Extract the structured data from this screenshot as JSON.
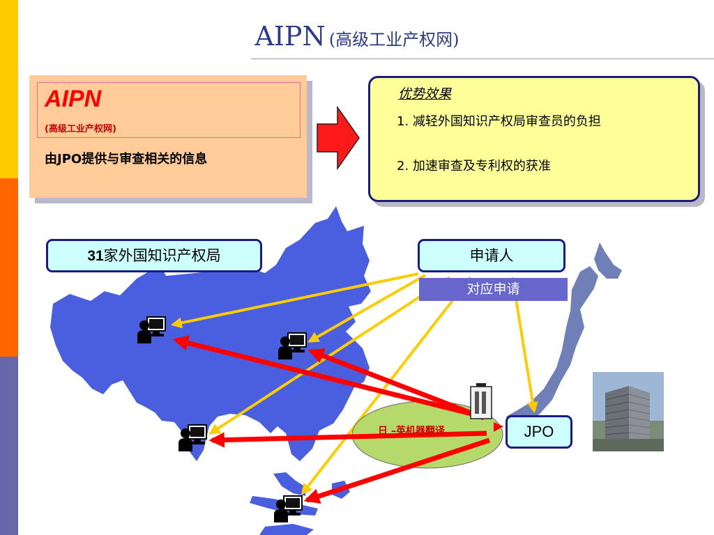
{
  "title": {
    "main": "AIPN",
    "sub": "(高级工业产权网)"
  },
  "aipn_box": {
    "name": "AIPN",
    "full_name": "(高级工业产权网)",
    "description": "由JPO提供与审查相关的信息"
  },
  "effects": {
    "title": "优势效果",
    "items": [
      {
        "number": "1.",
        "text": " 减轻外国知识产权局审查员的负担"
      },
      {
        "number": "2.",
        "text": " 加速审查及专利权的获准"
      }
    ]
  },
  "labels": {
    "offices_count": "31",
    "offices_text": "家外国知识产权局",
    "applicant": "申请人",
    "corresponding_application": "对应申请",
    "jpo": "JPO",
    "translation": "日 –英机器翻译"
  },
  "colors": {
    "sidebar": [
      "#ffcc00",
      "#ff6600",
      "#6666aa"
    ],
    "title": "#2b3a8c",
    "map_land": "#4a5fe0",
    "japan": "#6f80b8",
    "red_arrow": "#ff0000",
    "yellow_arrow": "#ffcc00",
    "ellipse": "#b5d96b"
  }
}
